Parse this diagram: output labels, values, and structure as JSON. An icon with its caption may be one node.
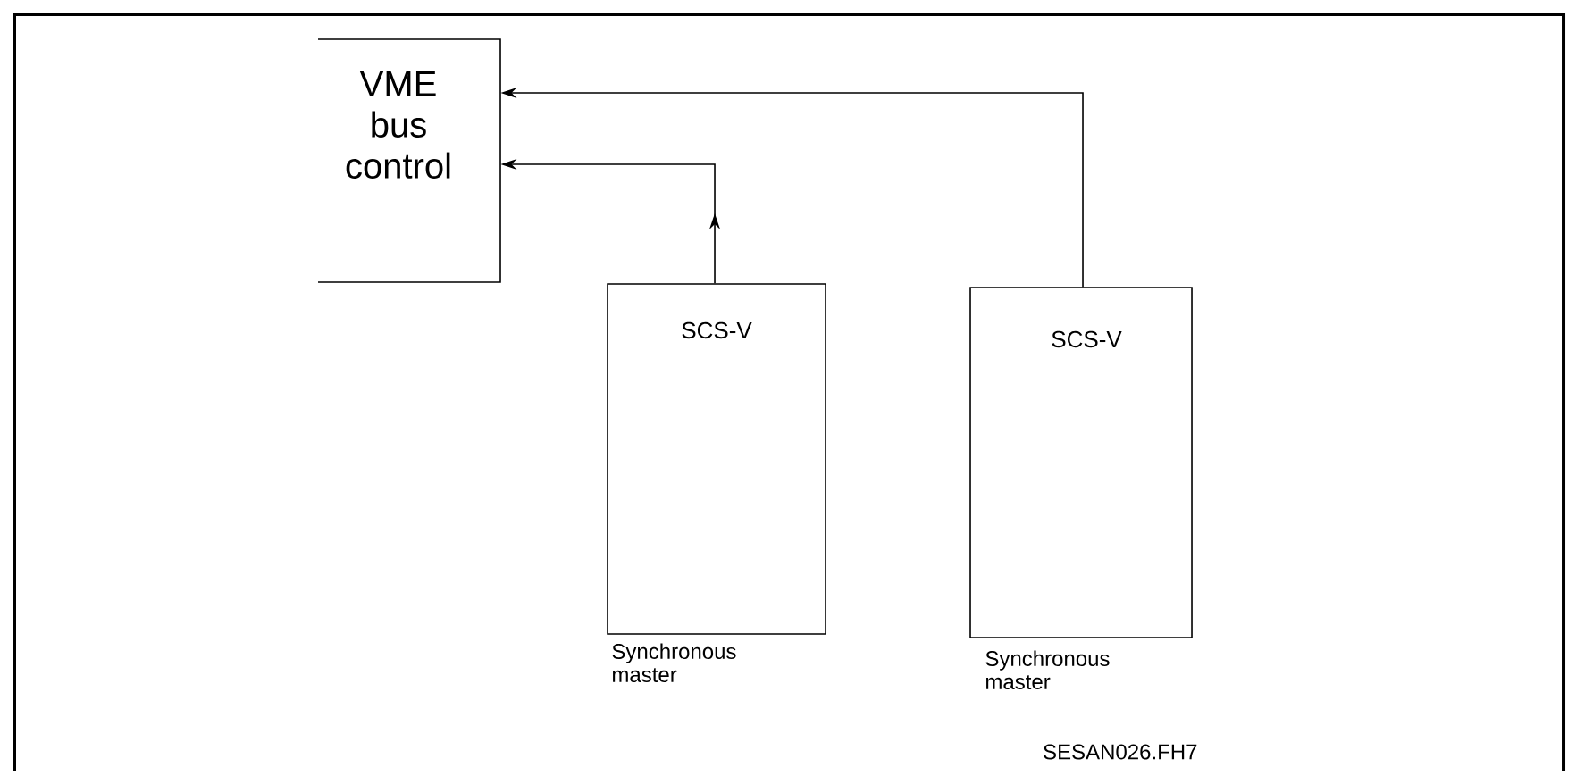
{
  "diagram": {
    "nodes": [
      {
        "text": [
          "VME bus control"
        ]
      },
      {
        "text": [
          "SCS-V"
        ],
        "beside": [
          "Synchronous master"
        ]
      },
      {
        "text": [
          "SCS-V"
        ],
        "beside": [
          "Synchronous master"
        ]
      }
    ],
    "edges": [
      {
        "from": 1,
        "to": 0,
        "arrow": "to"
      },
      {
        "from": 2,
        "to": 0,
        "arrow": "to"
      }
    ],
    "labels": [
      "SESAN026.FH7"
    ]
  }
}
